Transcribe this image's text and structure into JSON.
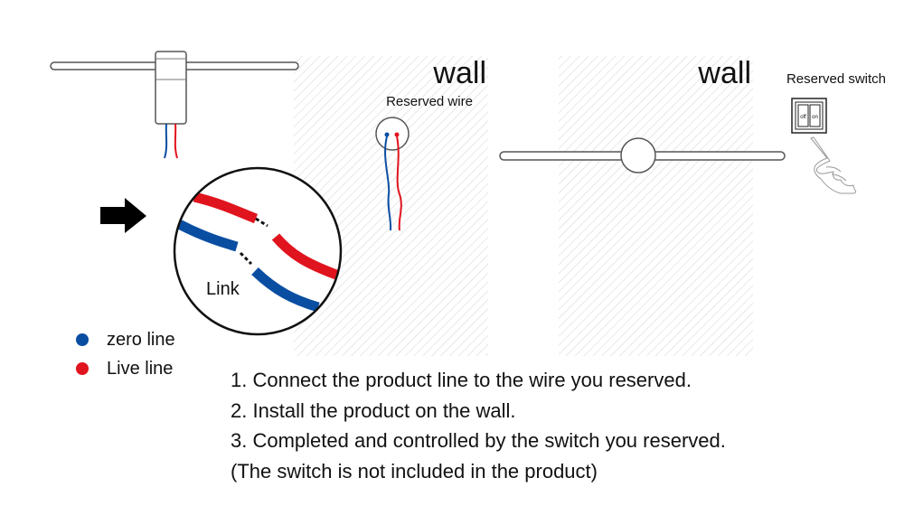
{
  "wall_label_left": "wall",
  "wall_label_right": "wall",
  "reserved_wire_label": "Reserved wire",
  "reserved_switch_label": "Reserved switch",
  "switch_off_label": "off",
  "switch_on_label": "on",
  "link_label": "Link",
  "legend": [
    {
      "label": "zero line",
      "color": "#0a4ea2"
    },
    {
      "label": "Live line",
      "color": "#e0141e"
    }
  ],
  "steps": [
    "1. Connect the product line to the wire you reserved.",
    "2. Install the product on the wall.",
    "3. Completed and controlled by the switch you reserved.",
    "(The switch is not included in the product)"
  ],
  "colors": {
    "zero_line": "#0a4ea2",
    "live_line": "#e0141e",
    "wall_hatch": "#d9d9d9"
  },
  "icons": [
    "arrow-right-icon",
    "pointing-hand-icon"
  ]
}
